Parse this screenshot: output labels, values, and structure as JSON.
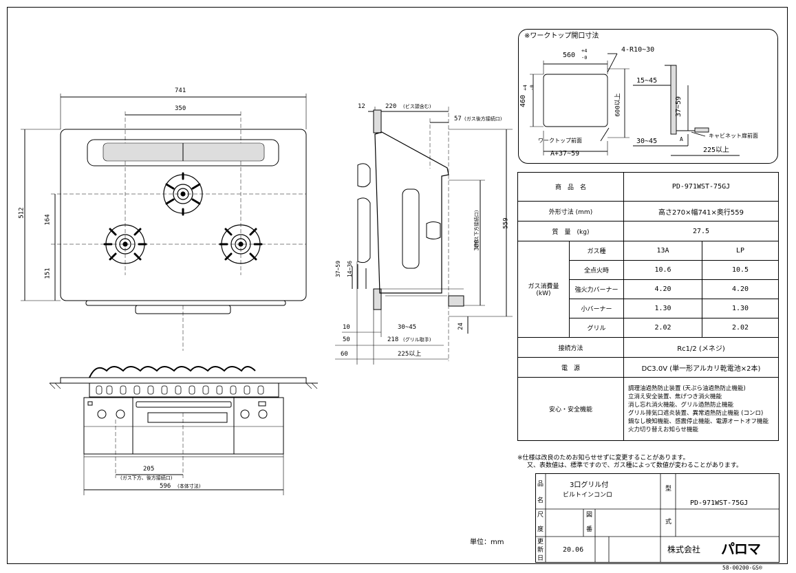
{
  "views": {
    "top": {
      "width_label": "741",
      "inner_width_label": "350",
      "height_label": "512",
      "dim_upper": "164",
      "dim_lower": "151"
    },
    "front": {
      "gas_pos_label": "205",
      "gas_pos_note": "(ガス下方、後方接続口)",
      "body_width_label": "596",
      "body_width_note": "(本体寸法)"
    },
    "side": {
      "d12": "12",
      "d220": "220",
      "d220_note": "(ビス頭含む)",
      "d57": "57",
      "d57_note": "(ガス後方接続口)",
      "d559": "559",
      "d380": "380",
      "d380_note": "(ガス下方接続口)",
      "d37_59": "37~59",
      "d14_36": "14~36",
      "d10": "10",
      "d30_45": "30~45",
      "d24": "24",
      "d50": "50",
      "d218": "218",
      "d218_note": "(グリル取手)",
      "d60": "60",
      "d225": "225以上"
    }
  },
  "inset": {
    "title": "※ワークトップ開口寸法",
    "w560": "560",
    "w560_tol_plus": "+4",
    "w560_tol_minus": "-0",
    "radius": "4-R10~30",
    "h460": "460",
    "h460_tol_plus": "+4",
    "h460_tol_minus": "-0",
    "h600": "600以上",
    "d15_45": "15~45",
    "d37_59": "37~59",
    "front_label": "ワークトップ前面",
    "a_label": "A+37~59",
    "d30_45": "30~45",
    "a_mark": "A",
    "cabinet_label": "キャビネット扉前面",
    "d225": "225以上"
  },
  "spec": {
    "product_name_label": "商　品　名",
    "product_name": "PD-971WST-75GJ",
    "dims_label": "外形寸法 (mm)",
    "dims": "高さ270×幅741×奥行559",
    "mass_label": "質　量　(kg)",
    "mass": "27.5",
    "gas_consumption_label": "ガス消費量\n(kW)",
    "gas_type_label": "ガス種",
    "gas_13a": "13A",
    "gas_lp": "LP",
    "rows": [
      {
        "label": "全点火時",
        "a": "10.6",
        "b": "10.5"
      },
      {
        "label": "強火力バーナー",
        "a": "4.20",
        "b": "4.20"
      },
      {
        "label": "小バーナー",
        "a": "1.30",
        "b": "1.30"
      },
      {
        "label": "グリル",
        "a": "2.02",
        "b": "2.02"
      }
    ],
    "connection_label": "接続方法",
    "connection": "Rc1/2 (メネジ)",
    "power_label": "電　源",
    "power": "DC3.0V (単一形アルカリ乾電池×2本)",
    "safety_label": "安心・安全機能",
    "safety_lines": [
      "調理油過熱防止装置 (天ぷら油過熱防止機能)",
      "立消え安全装置、焦げつき消火機能",
      "消し忘れ消火機能、グリル過熱防止機能",
      "グリル排気口遮炎装置、異常過熱防止機能 (コンロ)",
      "鍋なし検知機能、感震停止機能、電源オートオフ機能",
      "火力切り替えお知らせ機能"
    ]
  },
  "notes": [
    "※仕様は改良のためお知らせせずに変更することがあります。",
    "又、表数値は、標準ですので、ガス種によって数値が変わることがあります。"
  ],
  "title_block": {
    "name_label_1": "品",
    "name_label_2": "名",
    "name_line_1": "3口グリル付",
    "name_line_2": "ビルトインコンロ",
    "model_label_1": "型",
    "model_label_2": "式",
    "model": "PD-971WST-75GJ",
    "scale_label_1": "尺",
    "scale_label_2": "度",
    "drawing_label_1": "図",
    "drawing_label_2": "番",
    "revised_label_1": "更",
    "revised_label_2": "新",
    "revised_label_3": "日",
    "revised": "20.06",
    "company": "株式会社",
    "brand": "パロマ"
  },
  "unit": "単位：mm",
  "doc_number": "58-00200-GS®"
}
